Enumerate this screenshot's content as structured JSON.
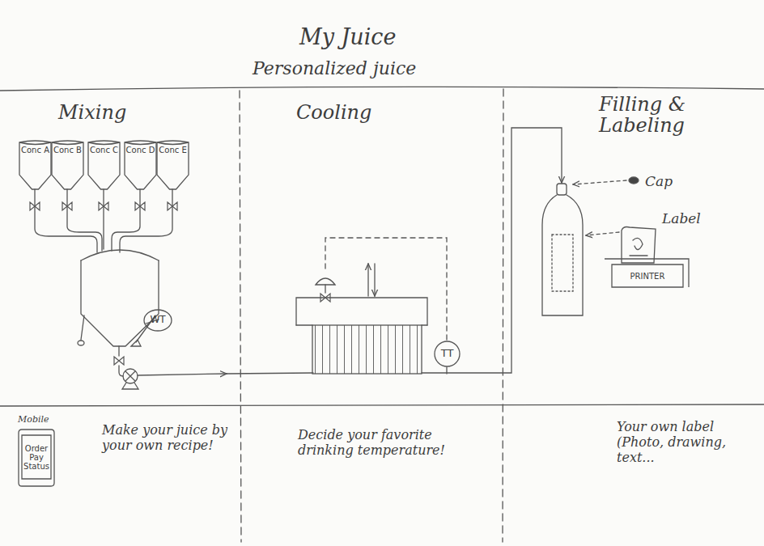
{
  "diagram": {
    "title": "My Juice",
    "nodes": [
      {
        "text": [
          "Mixing"
        ]
      },
      {
        "text": [
          "Conc A"
        ],
        "in": 0
      },
      {
        "text": [
          "Conc B"
        ],
        "in": 0
      },
      {
        "text": [
          "Conc C"
        ],
        "in": 0
      },
      {
        "text": [
          "Conc D"
        ],
        "in": 0
      },
      {
        "text": [
          "Conc E"
        ],
        "in": 0
      },
      {
        "text": [
          "WT"
        ],
        "in": 0
      },
      {
        "text": [
          "Cooling"
        ]
      },
      {
        "text": [
          "TT"
        ],
        "in": 7
      },
      {
        "text": [
          "Filling & Labeling"
        ]
      },
      {
        "text": [
          "PRINTER"
        ],
        "in": 9
      },
      {
        "text": [
          "Order Pay Status"
        ]
      }
    ],
    "labels": [
      "Personalized juice",
      "Cap",
      "Label",
      "Mobile",
      "Make your juice by your own recipe!",
      "Decide your favorite drinking temperature!",
      "Your own label (Photo, drawing, text..."
    ]
  }
}
